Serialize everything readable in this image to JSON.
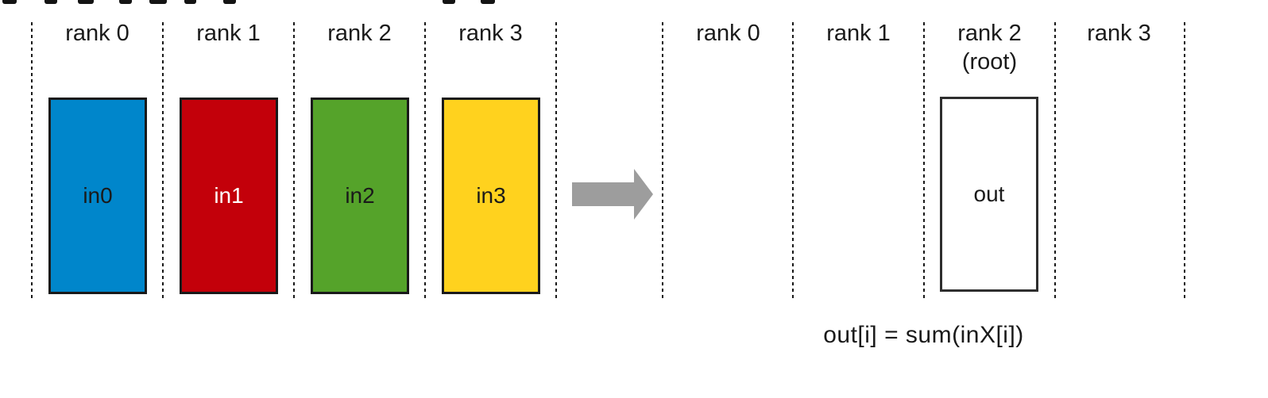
{
  "figure": {
    "left_group": {
      "columns": [
        {
          "rank_label": "rank 0",
          "buffer": {
            "label": "in0",
            "fill": "#0086CB",
            "text_color": "#1A1A1A"
          }
        },
        {
          "rank_label": "rank 1",
          "buffer": {
            "label": "in1",
            "fill": "#C3000A",
            "text_color": "#FFFFFF"
          }
        },
        {
          "rank_label": "rank 2",
          "buffer": {
            "label": "in2",
            "fill": "#55A32A",
            "text_color": "#1A1A1A"
          }
        },
        {
          "rank_label": "rank 3",
          "buffer": {
            "label": "in3",
            "fill": "#FFD21E",
            "text_color": "#1A1A1A"
          }
        }
      ]
    },
    "arrow": {
      "color": "#9D9D9D"
    },
    "right_group": {
      "columns": [
        {
          "rank_label": "rank 0"
        },
        {
          "rank_label": "rank 1"
        },
        {
          "rank_label": "rank 2",
          "rank_sublabel": "(root)",
          "buffer": {
            "label": "out",
            "fill": "#FFFFFF",
            "text_color": "#1A1A1A"
          }
        },
        {
          "rank_label": "rank 3"
        }
      ]
    },
    "formula": "out[i] = sum(inX[i])"
  }
}
